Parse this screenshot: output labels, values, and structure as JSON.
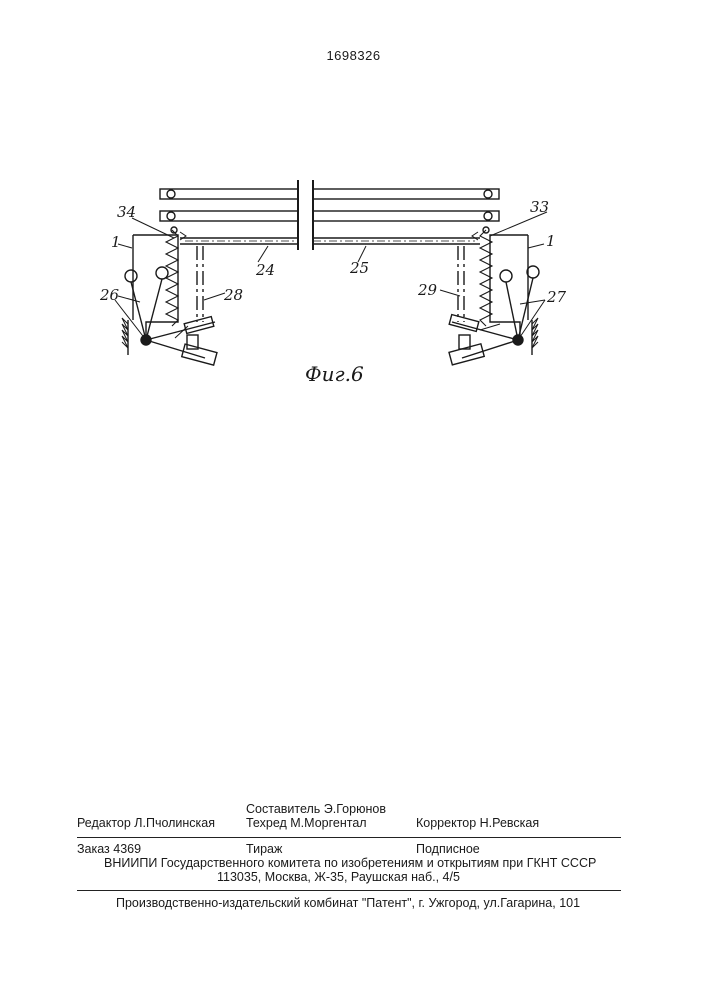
{
  "header": {
    "patent_number": "1698326"
  },
  "figure": {
    "caption": "Фиг.6",
    "labels": {
      "l34": "34",
      "l33": "33",
      "l1a": "1",
      "l1b": "1",
      "l24": "24",
      "l25": "25",
      "l26": "26",
      "l27": "27",
      "l28": "28",
      "l29": "29"
    }
  },
  "colophon": {
    "compiler": "Составитель Э.Горюнов",
    "editor": "Редактор Л.Пчолинская",
    "techred": "Техред М.Моргентал",
    "corrector": "Корректор Н.Ревская",
    "order": "Заказ 4369",
    "print_run": "Тираж",
    "subscription": "Подписное",
    "organization": "ВНИИПИ Государственного комитета по изобретениям и открытиям при ГКНТ СССР",
    "address": "113035, Москва, Ж-35, Раушская наб., 4/5",
    "publisher": "Производственно-издательский комбинат \"Патент\", г. Ужгород, ул.Гагарина, 101"
  }
}
